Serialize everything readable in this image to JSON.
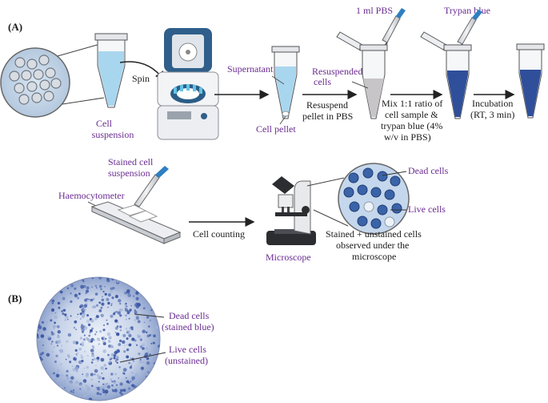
{
  "panels": {
    "a": "(A)",
    "b": "(B)"
  },
  "labels": {
    "cell_suspension": [
      "Cell",
      "suspension"
    ],
    "spin": "Spin",
    "supernatant": "Supernatant",
    "cell_pellet": "Cell pellet",
    "resuspend": [
      "Resuspend",
      "pellet in PBS"
    ],
    "pbs": "1 ml PBS",
    "resuspended_cells": [
      "Resuspended",
      "cells"
    ],
    "mix": [
      "Mix 1:1 ratio of",
      "cell sample &",
      "trypan blue (4%",
      "w/v in PBS)"
    ],
    "trypan_blue": "Trypan blue",
    "incubation": [
      "Incubation",
      "(RT, 3 min)"
    ],
    "stained_suspension": [
      "Stained cell",
      "suspension"
    ],
    "haemocytometer": "Haemocytometer",
    "cell_counting": "Cell counting",
    "microscope": "Microscope",
    "dead_cells": "Dead cells",
    "live_cells": "Live cells",
    "observed": [
      "Stained + unstained cells",
      "observed under the",
      "microscope"
    ],
    "b_dead": [
      "Dead cells",
      "(stained blue)"
    ],
    "b_live": [
      "Live cells",
      "(unstained)"
    ]
  },
  "colors": {
    "text_purple": "#6a2c91",
    "text_black": "#1a1a1a",
    "liquid_light": "#a9d6ef",
    "trypan": "#2f4f9a",
    "centrifuge_lid": "#2f5f8a"
  },
  "icons": [
    "tube-icon",
    "centrifuge-icon",
    "pipette-icon",
    "haemocytometer-icon",
    "microscope-icon",
    "magnifier-circle-icon",
    "micrograph-icon"
  ]
}
